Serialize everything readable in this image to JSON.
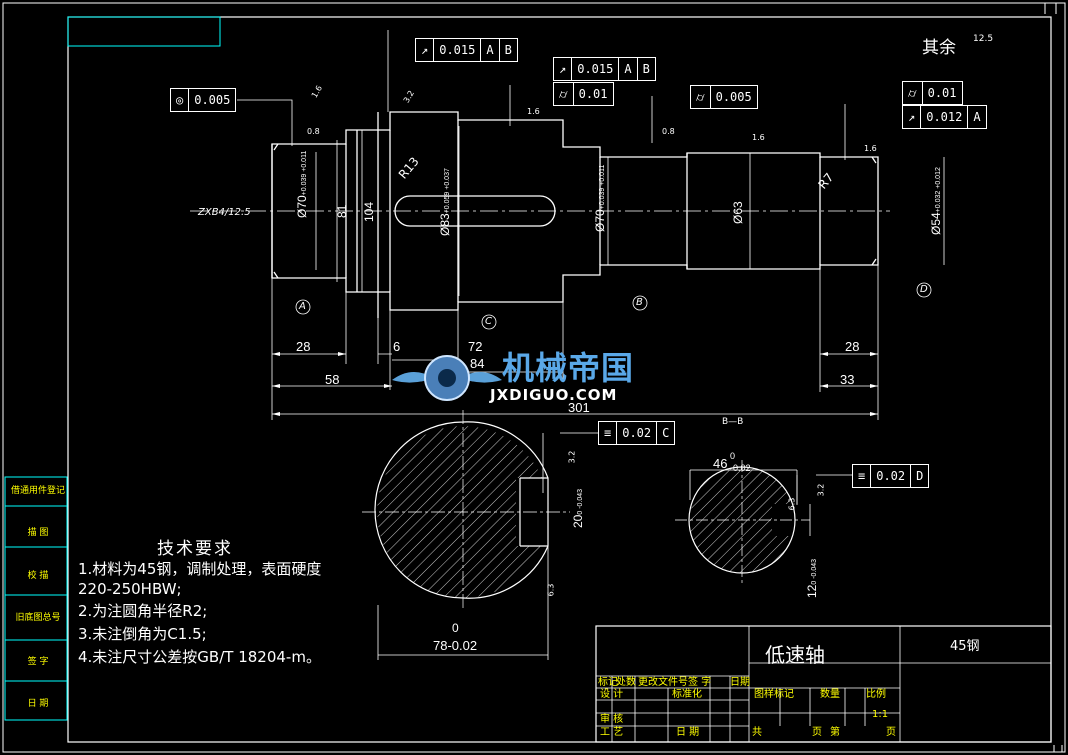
{
  "drawing_title": "低速轴",
  "material": "45钢",
  "general_roughness": {
    "label": "其余",
    "value": "12.5"
  },
  "watermark": {
    "name": "机械帝国",
    "url": "JXDIGUO.COM"
  },
  "tolerance_frames": [
    {
      "symbol": "runout",
      "value": "0.015",
      "refs": [
        "A",
        "B"
      ]
    },
    {
      "symbol": "runout",
      "value": "0.015",
      "refs": [
        "A",
        "B"
      ]
    },
    {
      "symbol": "cylindricity",
      "value": "0.01",
      "refs": []
    },
    {
      "symbol": "concentricity",
      "value": "0.005",
      "refs": []
    },
    {
      "symbol": "cylindricity",
      "value": "0.005",
      "refs": []
    },
    {
      "symbol": "cylindricity",
      "value": "0.01",
      "refs": []
    },
    {
      "symbol": "runout",
      "value": "0.012",
      "refs": [
        "A"
      ]
    },
    {
      "symbol": "symmetry",
      "value": "0.02",
      "refs": [
        "C"
      ]
    },
    {
      "symbol": "symmetry",
      "value": "0.02",
      "refs": [
        "D"
      ]
    }
  ],
  "roughness_marks": [
    "1.6",
    "3.2",
    "0.8",
    "1.6",
    "0.8",
    "1.6",
    "1.6",
    "3.2",
    "6.3",
    "3.2",
    "6.3"
  ],
  "center_hole": "ZXB4/12.5",
  "radii": [
    "R13",
    "R7"
  ],
  "diameters": [
    "Ø70",
    "81",
    "104",
    "Ø83",
    "Ø70",
    "Ø63",
    "Ø54"
  ],
  "diameter_tolerances": [
    {
      "upper": "+0.039",
      "lower": "+0.011"
    },
    {
      "upper": "+0.059",
      "lower": "+0.037"
    },
    {
      "upper": "+0.039",
      "lower": "+0.011"
    },
    {
      "upper": "+0.032",
      "lower": "+0.012"
    }
  ],
  "datums": [
    "A",
    "C",
    "B",
    "D"
  ],
  "dimensions": [
    "28",
    "6",
    "72",
    "84",
    "58",
    "301",
    "28",
    "33"
  ],
  "section_label": "B—B",
  "section_c": {
    "width_label": "78-0.02",
    "width_top": "0",
    "height_label": "20",
    "height_tol": "0 -0.043"
  },
  "section_d": {
    "width_label": "46",
    "width_tol_top": "0",
    "width_tol_bottom": "-0.02",
    "height_label": "12",
    "height_tol": "0 -0.043"
  },
  "tech_requirements": {
    "title": "技术要求",
    "items": [
      "1.材料为45钢，调制处理，表面硬度",
      "220-250HBW;",
      "2.为注圆角半径R2;",
      "3.未注倒角为C1.5;",
      "4.未注尺寸公差按GB/T 18204-m。"
    ]
  },
  "side_panel": [
    "借通用件登记",
    "描  图",
    "校  描",
    "旧底图总号",
    "签  字",
    "日  期"
  ],
  "title_block": {
    "row1": [
      "标记",
      "处数",
      "更改文件号",
      "签 字",
      "日期"
    ],
    "design": "设 计",
    "standardize": "标准化",
    "attrs": [
      "图样标记",
      "数量",
      "比例"
    ],
    "review": "审 核",
    "process": "工 艺",
    "date": "日 期",
    "scale": "1:1",
    "total": "共",
    "pages": "页",
    "sheet": "第",
    "page2": "页"
  }
}
